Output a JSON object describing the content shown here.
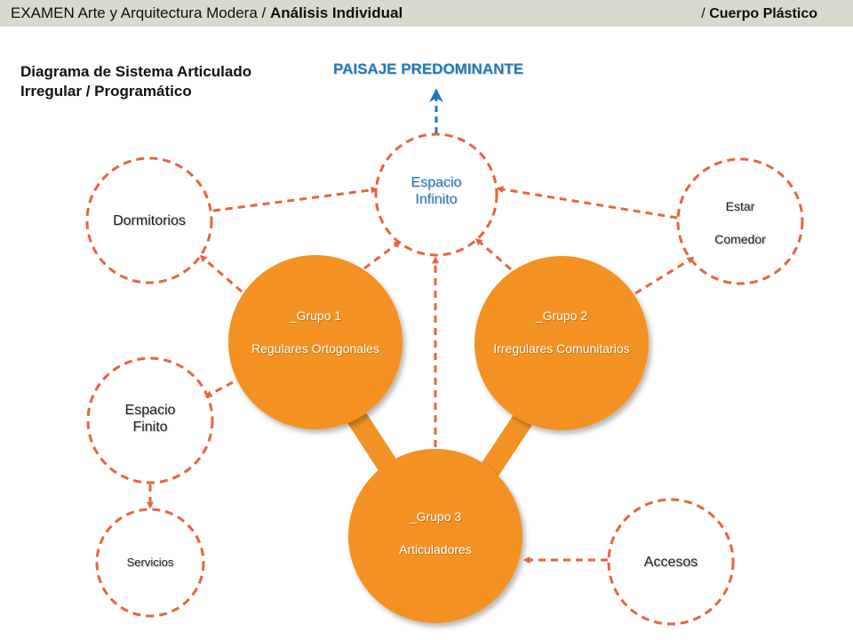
{
  "header": {
    "left_prefix": "EXAMEN Arte y Arquitectura Modera / ",
    "left_bold": "Análisis Individual",
    "right_prefix": "/ ",
    "right_bold": "Cuerpo Plástico"
  },
  "diagram": {
    "title_line1": "Diagrama de Sistema Articulado",
    "title_line2": "Irregular / Programático",
    "top_label": "PAISAJE PREDOMINANTE",
    "nodes": {
      "espacio_infinito": [
        "Espacio",
        "Infinito"
      ],
      "dormitorios": "Dormitorios",
      "estar_comedor": [
        "Estar",
        "Comedor"
      ],
      "espacio_finito": [
        "Espacio",
        "Finito"
      ],
      "servicios": "Servicios",
      "accesos": "Accesos",
      "grupo1": [
        "_Grupo 1",
        "Regulares Ortogonales"
      ],
      "grupo2": [
        "_Grupo 2",
        "Irregulares Comunitarios"
      ],
      "grupo3": [
        "_Grupo 3",
        "Articuladores"
      ]
    },
    "colors": {
      "orange_fill": "#f39224",
      "dashed_orange": "#e8643a",
      "accent_blue": "#1f78c0",
      "header_bg": "#d9d9cd"
    }
  }
}
